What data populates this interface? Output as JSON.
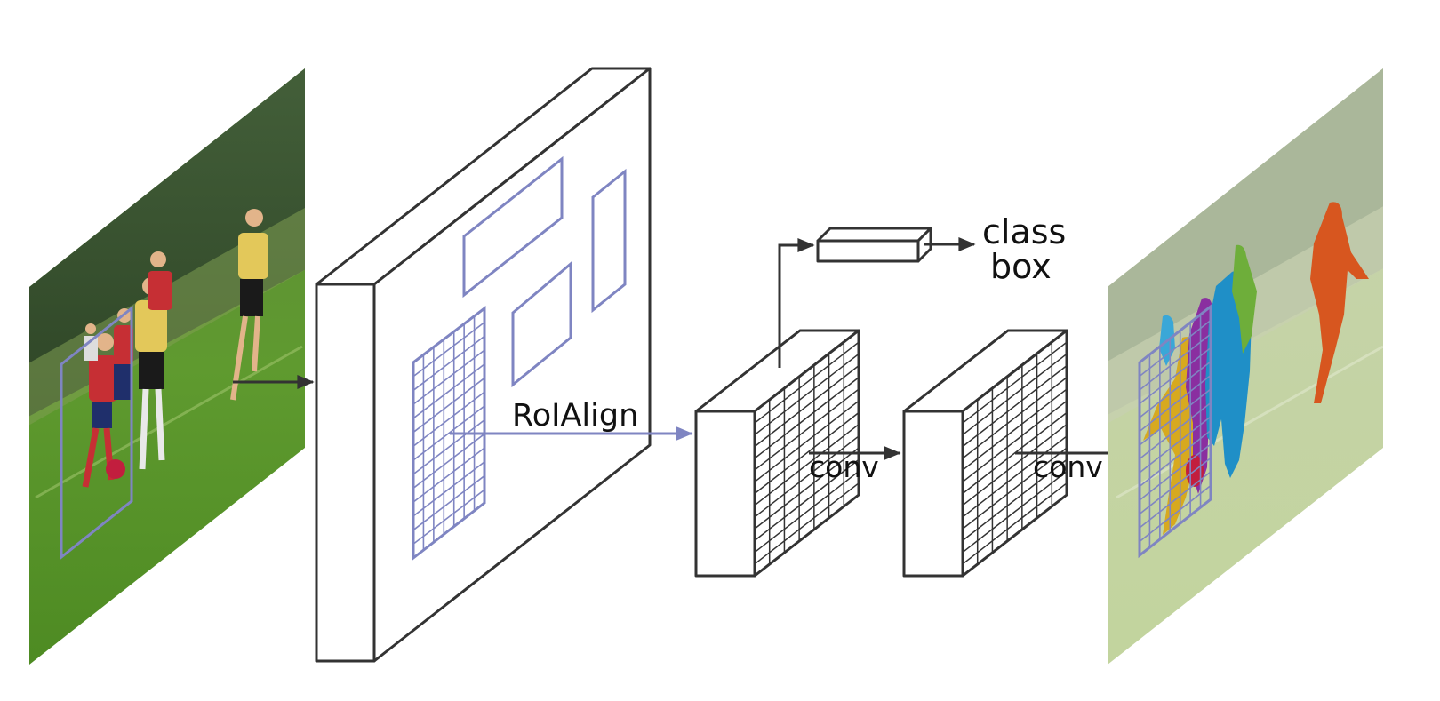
{
  "labels": {
    "roialign": "RoIAlign",
    "class": "class",
    "box": "box",
    "conv1": "conv",
    "conv2": "conv"
  },
  "colors": {
    "edge": "#333333",
    "roi": "#7f85c2",
    "person_yellow": "#d7a91f",
    "person_purple": "#8a2fa0",
    "person_blue": "#1f8fc7",
    "person_green": "#6eae3a",
    "person_orange": "#d7561f",
    "person_cyan": "#3aa7d7"
  },
  "icons": {
    "input_image": "soccer-photo",
    "output_image": "segmented-soccer-photo"
  }
}
